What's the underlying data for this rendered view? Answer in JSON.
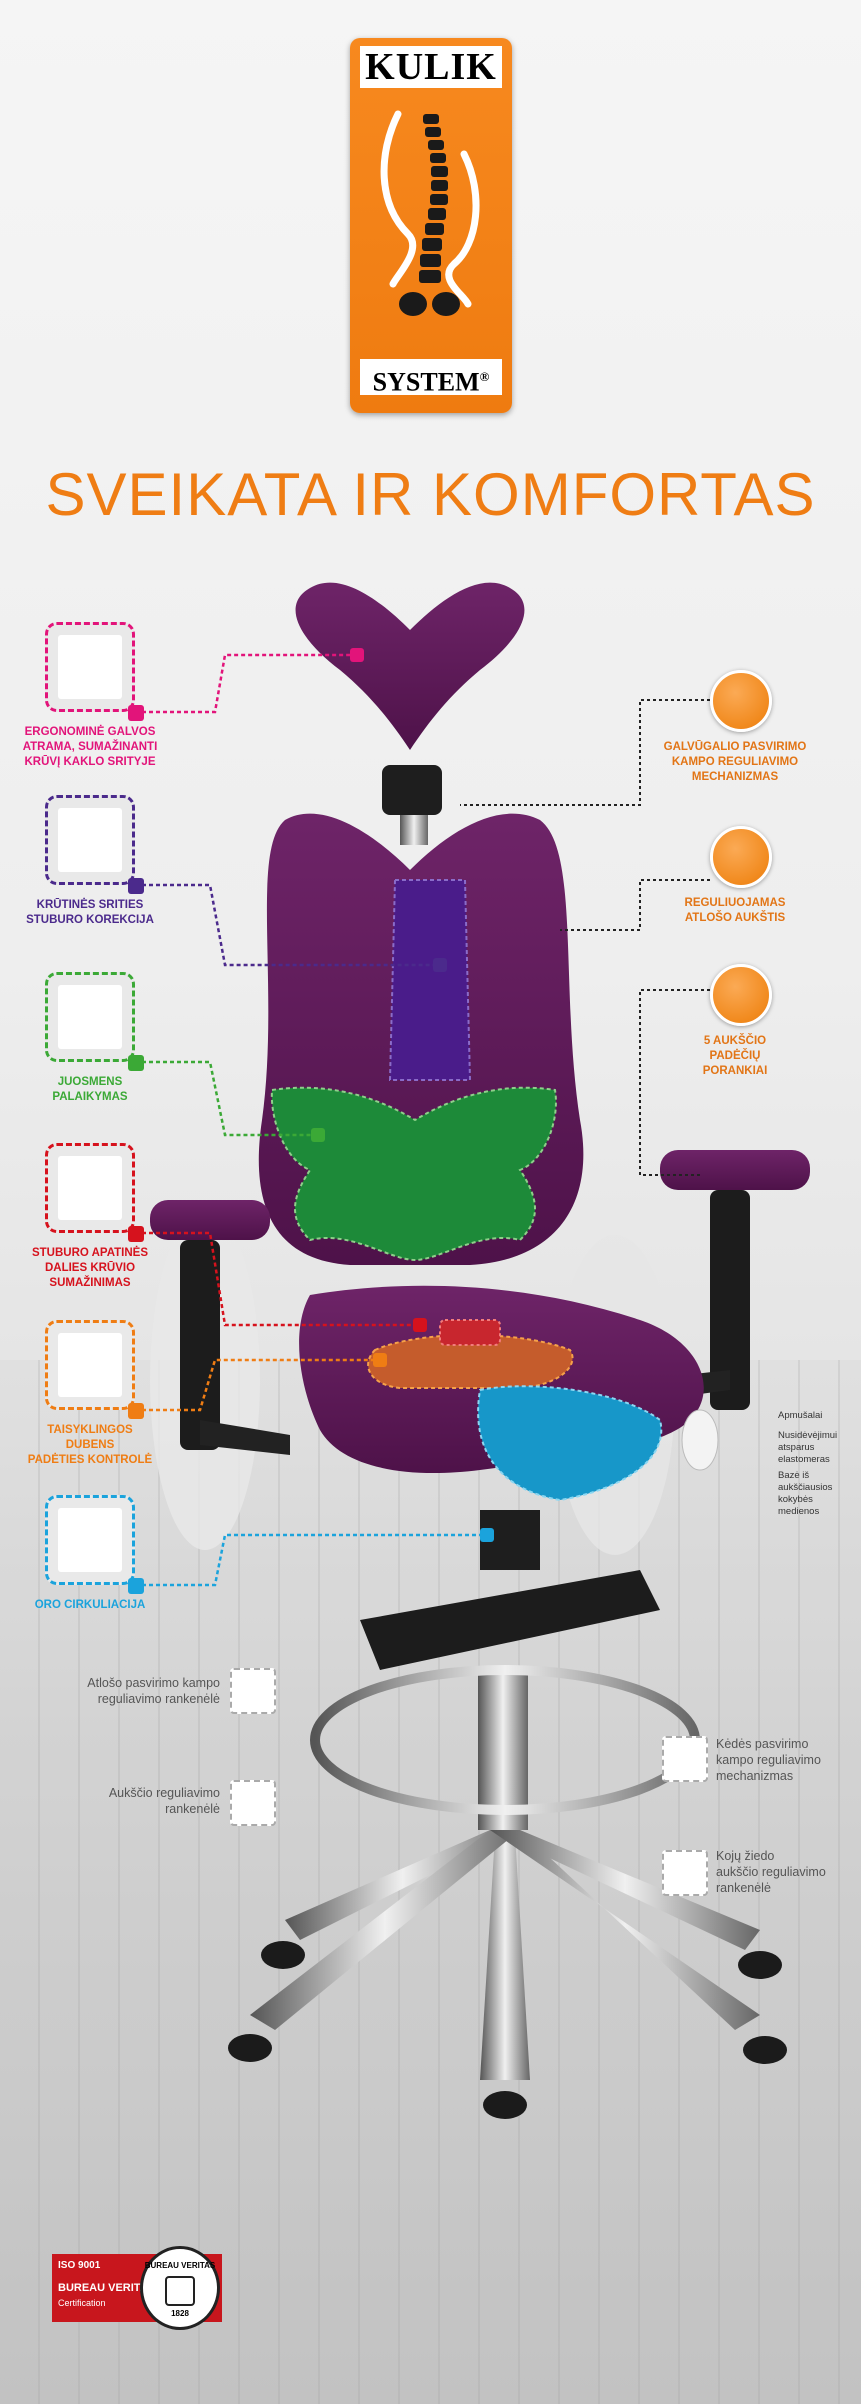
{
  "logo": {
    "top_text": "KULIK",
    "bottom_text": "SYSTEM",
    "registered_mark": "®"
  },
  "headline": "SVEIKATA IR KOMFORTAS",
  "left_features": [
    {
      "lines": [
        "ERGONOMINĖ GALVOS",
        "ATRAMA, SUMAŽINANTI",
        "KRŪVĮ KAKLO SRITYJE"
      ],
      "color": "#e2147a"
    },
    {
      "lines": [
        "KRŪTINĖS SRITIES",
        "STUBURO KOREKCIJA"
      ],
      "color": "#4b2a8c"
    },
    {
      "lines": [
        "JUOSMENS",
        "PALAIKYMAS"
      ],
      "color": "#3ba936"
    },
    {
      "lines": [
        "STUBURO APATINĖS",
        "DALIES KRŪVIO",
        "SUMAŽINIMAS"
      ],
      "color": "#d6121d"
    },
    {
      "lines": [
        "TAISYKLINGOS",
        "DUBENS",
        "PADĖTIES KONTROLĖ"
      ],
      "color": "#ef7d14"
    },
    {
      "lines": [
        "ORO CIRKULIACIJA"
      ],
      "color": "#1ba3dc"
    }
  ],
  "right_features": [
    {
      "lines": [
        "GALVŪGALIO PASVIRIMO",
        "KAMPO REGULIAVIMO",
        "MECHANIZMAS"
      ]
    },
    {
      "lines": [
        "REGULIUOJAMAS",
        "ATLOŠO AUKŠTIS"
      ]
    },
    {
      "lines": [
        "5 AUKŠČIO",
        "PADĖČIŲ",
        "PORANKIAI"
      ]
    }
  ],
  "seat_notes": [
    {
      "lines": [
        "Apmušalai"
      ]
    },
    {
      "lines": [
        "Nusidėvėjimui",
        "atsparus",
        "elastomeras"
      ]
    },
    {
      "lines": [
        "Bazė iš",
        "aukščiausios",
        "kokybės",
        "medienos"
      ]
    }
  ],
  "mechanisms": {
    "backrest_handle": [
      "Atlošo pasvirimo kampo",
      "reguliavimo rankenėlė"
    ],
    "height_handle": [
      "Aukščio reguliavimo",
      "rankenėlė"
    ],
    "seat_mechanism": [
      "Kėdės pasvirimo",
      "kampo reguliavimo",
      "mechanizmas"
    ],
    "footring_handle": [
      "Kojų žiedo",
      "aukščio reguliavimo",
      "rankenėlė"
    ]
  },
  "certification": {
    "iso": "ISO 9001",
    "org": "BUREAU VERITAS",
    "type": "Certification",
    "seal_text": "BUREAU VERITAS",
    "seal_year": "1828"
  },
  "colors": {
    "orange": "#ef7d14",
    "purple": "#5e1a5c",
    "cert_red": "#c8161d"
  }
}
